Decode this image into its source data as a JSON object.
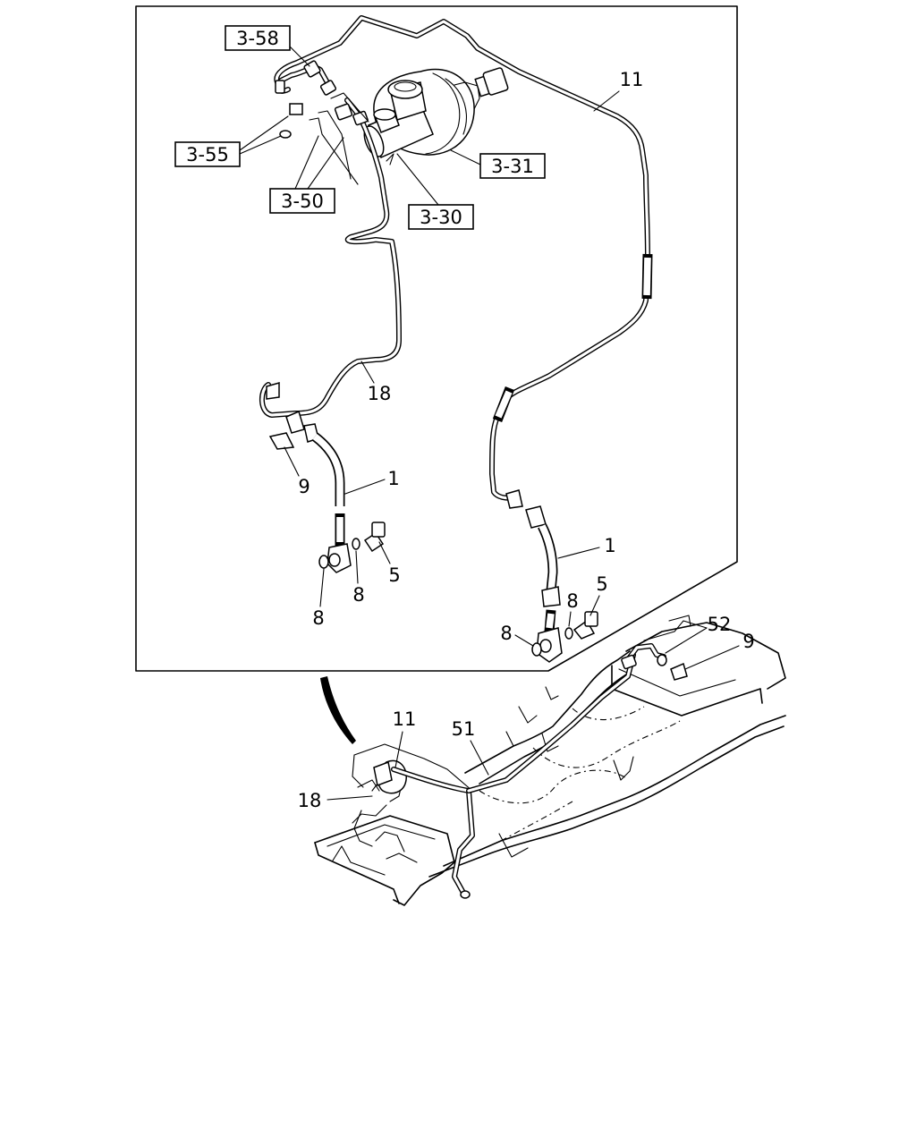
{
  "diagram": {
    "ref_boxes": [
      {
        "id": "ref-3-58",
        "label": "3-58"
      },
      {
        "id": "ref-3-55",
        "label": "3-55"
      },
      {
        "id": "ref-3-50",
        "label": "3-50"
      },
      {
        "id": "ref-3-30",
        "label": "3-30"
      },
      {
        "id": "ref-3-31",
        "label": "3-31"
      }
    ],
    "callouts": [
      {
        "id": "c11-top",
        "label": "11"
      },
      {
        "id": "c18-top",
        "label": "18"
      },
      {
        "id": "c1-left",
        "label": "1"
      },
      {
        "id": "c9-left",
        "label": "9"
      },
      {
        "id": "c5-left",
        "label": "5"
      },
      {
        "id": "c8-left-a",
        "label": "8"
      },
      {
        "id": "c8-left-b",
        "label": "8"
      },
      {
        "id": "c1-right",
        "label": "1"
      },
      {
        "id": "c5-right",
        "label": "5"
      },
      {
        "id": "c8-right-a",
        "label": "8"
      },
      {
        "id": "c8-right-b",
        "label": "8"
      },
      {
        "id": "c52",
        "label": "52"
      },
      {
        "id": "c9-right",
        "label": "9"
      },
      {
        "id": "c11-bottom",
        "label": "11"
      },
      {
        "id": "c51",
        "label": "51"
      },
      {
        "id": "c18-bottom",
        "label": "18"
      }
    ]
  }
}
